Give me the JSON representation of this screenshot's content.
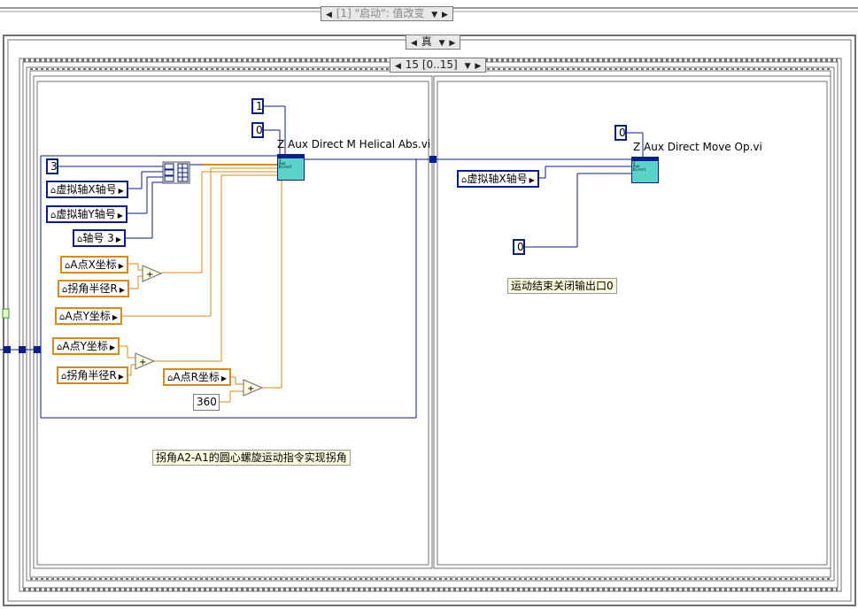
{
  "event_case_selector": {
    "label": "[1] \"启动\": 值改变"
  },
  "case_selector": {
    "label": "真"
  },
  "sequence_selector": {
    "label": "15 [0..15]"
  },
  "left_frame": {
    "vi_label": "Z Aux Direct M Helical Abs.vi",
    "constants": {
      "c1": "1",
      "c0": "0",
      "c3": "3",
      "c360": "360"
    },
    "locals": {
      "virtual_x": "虚拟轴X轴号",
      "virtual_y": "虚拟轴Y轴号",
      "axis_no": "轴号 3",
      "a_x": "A点X坐标",
      "corner_r1": "拐角半径R",
      "a_y1": "A点Y坐标",
      "a_y2": "A点Y坐标",
      "corner_r2": "拐角半径R",
      "a_r": "A点R坐标"
    },
    "comment": "拐角A2-A1的圆心螺旋运动指令实现拐角"
  },
  "right_frame": {
    "vi_label": "Z Aux Direct Move Op.vi",
    "constants": {
      "c0a": "0",
      "c0b": "0"
    },
    "locals": {
      "virtual_x": "虚拟轴X轴号"
    },
    "comment": "运动结束关闭输出口0"
  },
  "colors": {
    "int_wire": "#0a1e8a",
    "dbl_wire": "#d98a1a",
    "frame": "#808080",
    "vi_icon": "#5ad3c9"
  }
}
